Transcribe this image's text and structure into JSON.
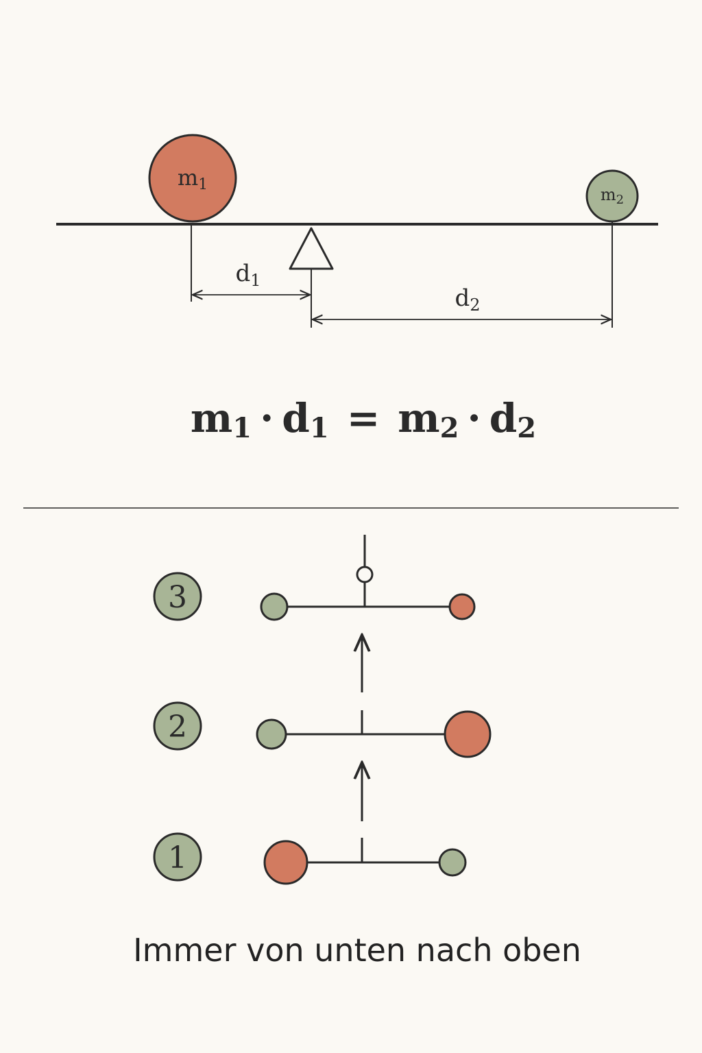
{
  "colors": {
    "background": "#fbf9f4",
    "ink": "#2a2a2a",
    "terracotta": "#d27b60",
    "sage": "#a8b596"
  },
  "balance": {
    "mass1": {
      "label": "m",
      "sub": "1",
      "color": "terracotta"
    },
    "mass2": {
      "label": "m",
      "sub": "2",
      "color": "sage"
    },
    "distance1": {
      "label": "d",
      "sub": "1"
    },
    "distance2": {
      "label": "d",
      "sub": "2"
    }
  },
  "formula": {
    "m1": "m",
    "m1_sub": "1",
    "dot1": "·",
    "d1": "d",
    "d1_sub": "1",
    "equals": "=",
    "m2": "m",
    "m2_sub": "2",
    "dot2": "·",
    "d2": "d",
    "d2_sub": "2"
  },
  "steps": [
    {
      "number": "1",
      "left_ball": "terracotta",
      "right_ball": "sage"
    },
    {
      "number": "2",
      "left_ball": "sage",
      "right_ball": "terracotta"
    },
    {
      "number": "3",
      "left_ball": "sage",
      "right_ball": "terracotta",
      "pivot_ring": true
    }
  ],
  "caption": "Immer von unten nach oben",
  "icons": [
    "fulcrum-triangle-icon",
    "up-arrow-icon",
    "pivot-ring-icon"
  ]
}
